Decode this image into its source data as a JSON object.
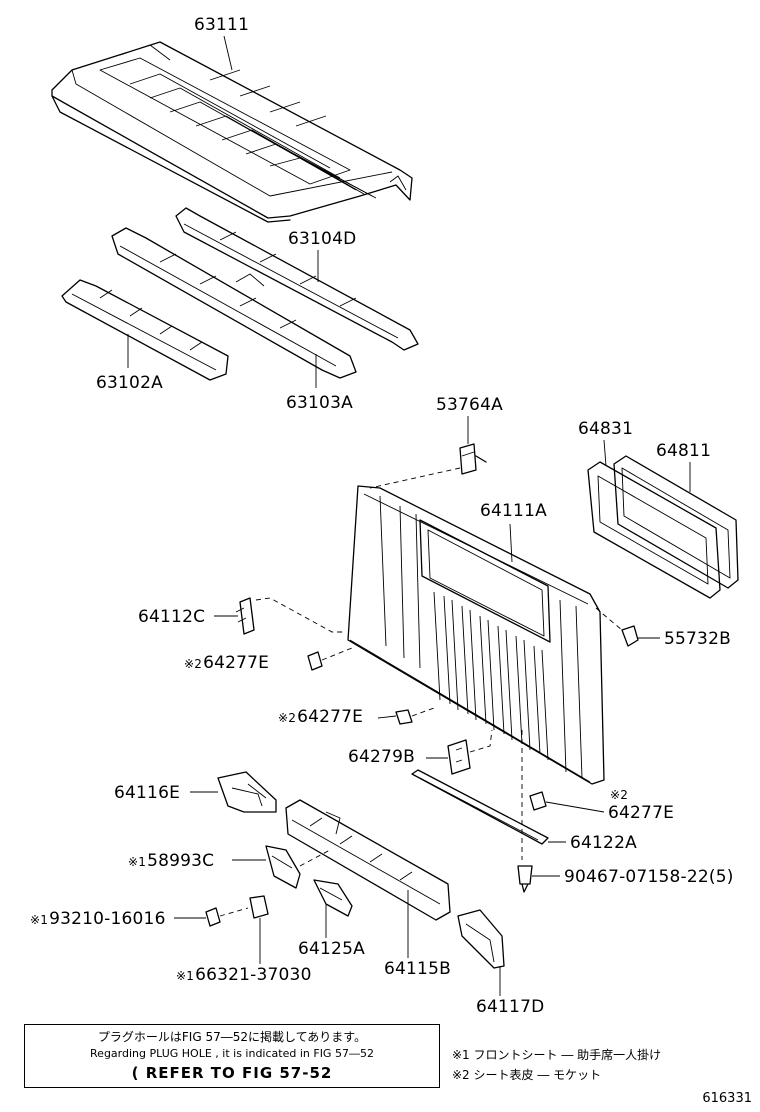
{
  "parts": {
    "p63111": "63111",
    "p63104D": "63104D",
    "p63102A": "63102A",
    "p63103A": "63103A",
    "p53764A": "53764A",
    "p64831": "64831",
    "p64811": "64811",
    "p64111A": "64111A",
    "p64112C": "64112C",
    "p55732B": "55732B",
    "p64277E_1": "64277E",
    "p64277E_2": "64277E",
    "p64279B": "64279B",
    "p64277E_3": "64277E",
    "p64116E": "64116E",
    "p64122A": "64122A",
    "p58993C": "58993C",
    "p90467": "90467-07158-22(5)",
    "p93210": "93210-16016",
    "p64125A": "64125A",
    "p64115B": "64115B",
    "p66321": "66321-37030",
    "p64117D": "64117D"
  },
  "marks": {
    "m1": "※1",
    "m2": "※2"
  },
  "note": {
    "line1": "プラグホールはFIG 57―52に掲載してあります。",
    "line2": "Regarding  PLUG  HOLE , it is indicated in FIG  57―52",
    "line3": "( REFER TO FIG 57-52"
  },
  "legend": {
    "item1": "※1 フロントシート ― 助手席一人掛け",
    "item2": "※2 シート表皮 ― モケット"
  },
  "figure_number": "616331"
}
